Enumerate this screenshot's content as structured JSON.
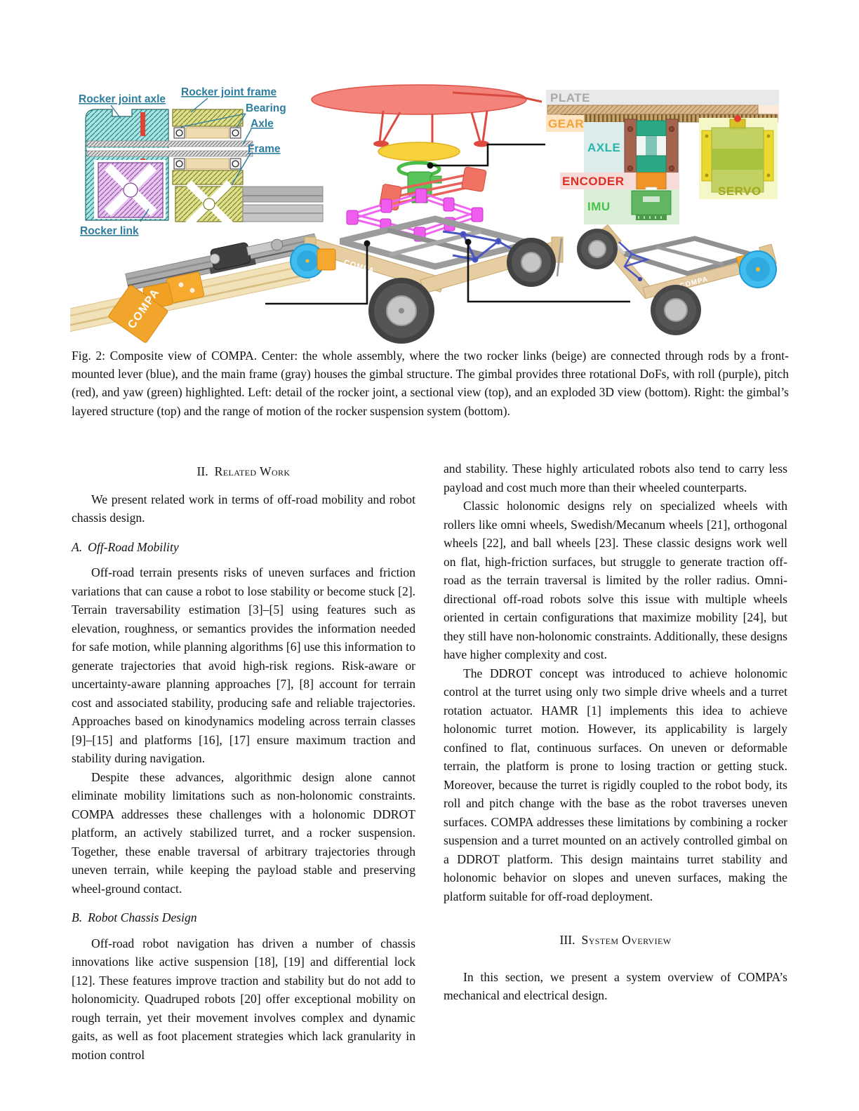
{
  "figure": {
    "caption": {
      "tag": "Fig. 2:",
      "text": "Composite view of COMPA. Center: the whole assembly, where the two rocker links (beige) are connected through rods by a front-mounted lever (blue), and the main frame (gray) houses the gimbal structure. The gimbal provides three rotational DoFs, with roll (purple), pitch (red), and yaw (green) highlighted. Left: detail of the rocker joint, a sectional view (top), and an exploded 3D view (bottom). Right: the gimbal’s layered structure (top) and the range of motion of the rocker suspension system (bottom)."
    },
    "joint_labels": {
      "rocker_joint_axle": "Rocker joint axle",
      "rocker_joint_frame": "Rocker joint frame",
      "bearing": "Bearing",
      "axle": "Axle",
      "frame": "Frame",
      "rocker_link": "Rocker link"
    },
    "gimbal_labels": {
      "plate": "PLATE",
      "gear": "GEAR",
      "axle": "AXLE",
      "encoder": "ENCODER",
      "imu": "IMU",
      "servo": "SERVO"
    },
    "brand": "COMPA",
    "colors": {
      "joint_label": "#2e7d9e",
      "plate": "#a9a9a9",
      "gear": "#f2a33c",
      "axle": "#27b5ac",
      "encoder": "#d93025",
      "imu": "#47c247",
      "servo": "#a4a81c",
      "roll_purple": "#f163f1",
      "pitch_red": "#e8625a",
      "yaw_green": "#53c353",
      "rocker_beige": "#e6cda2",
      "frame_gray": "#9c9c9c",
      "lever_blue": "#4a55c4",
      "wheel_blue": "#42bbee"
    }
  },
  "content": {
    "section2": {
      "number": "II.",
      "title": "Related Work"
    },
    "intro": "We present related work in terms of off-road mobility and robot chassis design.",
    "subA": {
      "label": "A.",
      "title": "Off-Road Mobility"
    },
    "subA_p1": "Off-road terrain presents risks of uneven surfaces and friction variations that can cause a robot to lose stability or become stuck [2]. Terrain traversability estimation [3]–[5] using features such as elevation, roughness, or semantics provides the information needed for safe motion, while planning algorithms [6] use this information to generate trajectories that avoid high-risk regions. Risk-aware or uncertainty-aware planning approaches [7], [8] account for terrain cost and associated stability, producing safe and reliable trajectories. Approaches based on kinodynamics modeling across terrain classes [9]–[15] and platforms [16], [17] ensure maximum traction and stability during navigation.",
    "subA_p2": "Despite these advances, algorithmic design alone cannot eliminate mobility limitations such as non-holonomic constraints. COMPA addresses these challenges with a holonomic DDROT platform, an actively stabilized turret, and a rocker suspension. Together, these enable traversal of arbitrary trajectories through uneven terrain, while keeping the payload stable and preserving wheel-ground contact.",
    "subB": {
      "label": "B.",
      "title": "Robot Chassis Design"
    },
    "subB_p1": "Off-road robot navigation has driven a number of chassis innovations like active suspension [18], [19] and differential lock [12]. These features improve traction and stability but do not add to holonomicity. Quadruped robots [20] offer exceptional mobility on rough terrain, yet their movement involves complex and dynamic gaits, as well as foot placement strategies which lack granularity in motion control",
    "subB_p1_cont": "and stability. These highly articulated robots also tend to carry less payload and cost much more than their wheeled counterparts.",
    "classic_p": "Classic holonomic designs rely on specialized wheels with rollers like omni wheels, Swedish/Mecanum wheels [21], orthogonal wheels [22], and ball wheels [23]. These classic designs work well on flat, high-friction surfaces, but struggle to generate traction off-road as the terrain traversal is limited by the roller radius. Omni-directional off-road robots solve this issue with multiple wheels oriented in certain configurations that maximize mobility [24], but they still have non-holonomic constraints. Additionally, these designs have higher complexity and cost.",
    "ddrot_p": "The DDROT concept was introduced to achieve holonomic control at the turret using only two simple drive wheels and a turret rotation actuator. HAMR [1] implements this idea to achieve holonomic turret motion. However, its applicability is largely confined to flat, continuous surfaces. On uneven or deformable terrain, the platform is prone to losing traction or getting stuck. Moreover, because the turret is rigidly coupled to the robot body, its roll and pitch change with the base as the robot traverses uneven surfaces. COMPA addresses these limitations by combining a rocker suspension and a turret mounted on an actively controlled gimbal on a DDROT platform. This design maintains turret stability and holonomic behavior on slopes and uneven surfaces, making the platform suitable for off-road deployment.",
    "section3": {
      "number": "III.",
      "title": "System Overview"
    },
    "s3_p1": "In this section, we present a system overview of COMPA’s mechanical and electrical design."
  }
}
